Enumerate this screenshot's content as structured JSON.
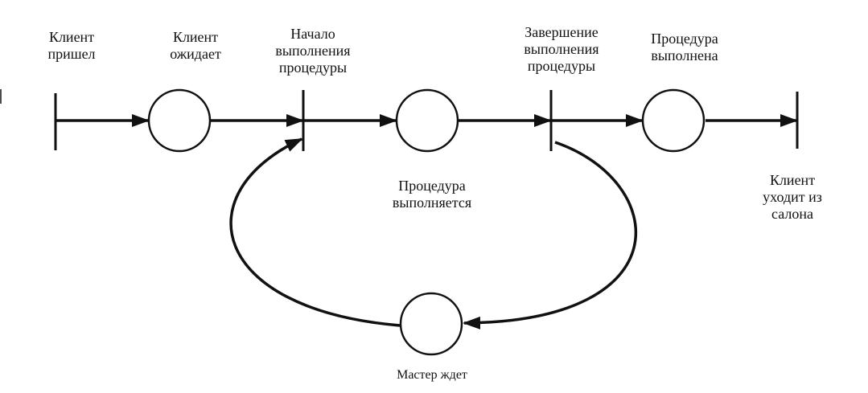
{
  "diagram": {
    "labels": {
      "client_arrived": "Клиент\nпришел",
      "client_waits": "Клиент\nожидает",
      "start_procedure": "Начало\nвыполнения\nпроцедуры",
      "procedure_in_progress": "Процедура\nвыполняется",
      "end_procedure": "Завершение\nвыполнения\nпроцедуры",
      "procedure_done": "Процедура\nвыполнена",
      "client_leaves": "Клиент\nуходит из\nсалона",
      "master_waits": "Мастер ждет"
    },
    "colors": {
      "ink": "#111111",
      "background": "#ffffff"
    }
  }
}
